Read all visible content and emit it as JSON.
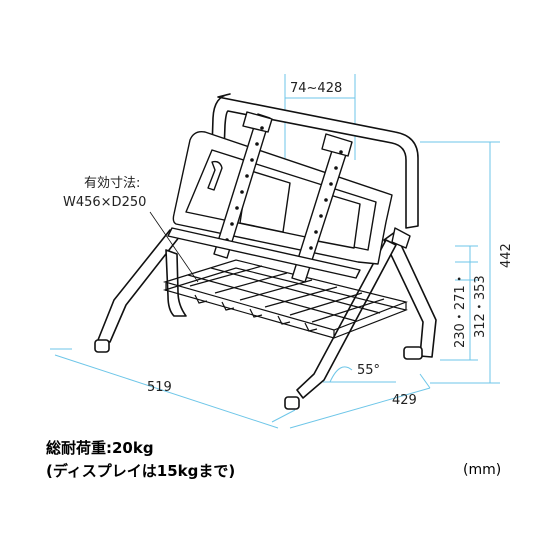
{
  "dimensions": {
    "panel_pitch": "74~428",
    "effective_label_line1": "有効寸法:",
    "effective_label_line2": "W456×D250",
    "width": "519",
    "depth": "429",
    "height": "442",
    "tilt_angle": "55°",
    "shelf_heights_line1": "230・271・",
    "shelf_heights_line2": "312・353"
  },
  "captions": {
    "load": "総耐荷重:20kg",
    "display_load": "(ディスプレイは15kgまで)",
    "unit": "(mm)"
  },
  "colors": {
    "dimension_line": "#6ec6e8",
    "frame": "#111111",
    "background": "#ffffff"
  }
}
